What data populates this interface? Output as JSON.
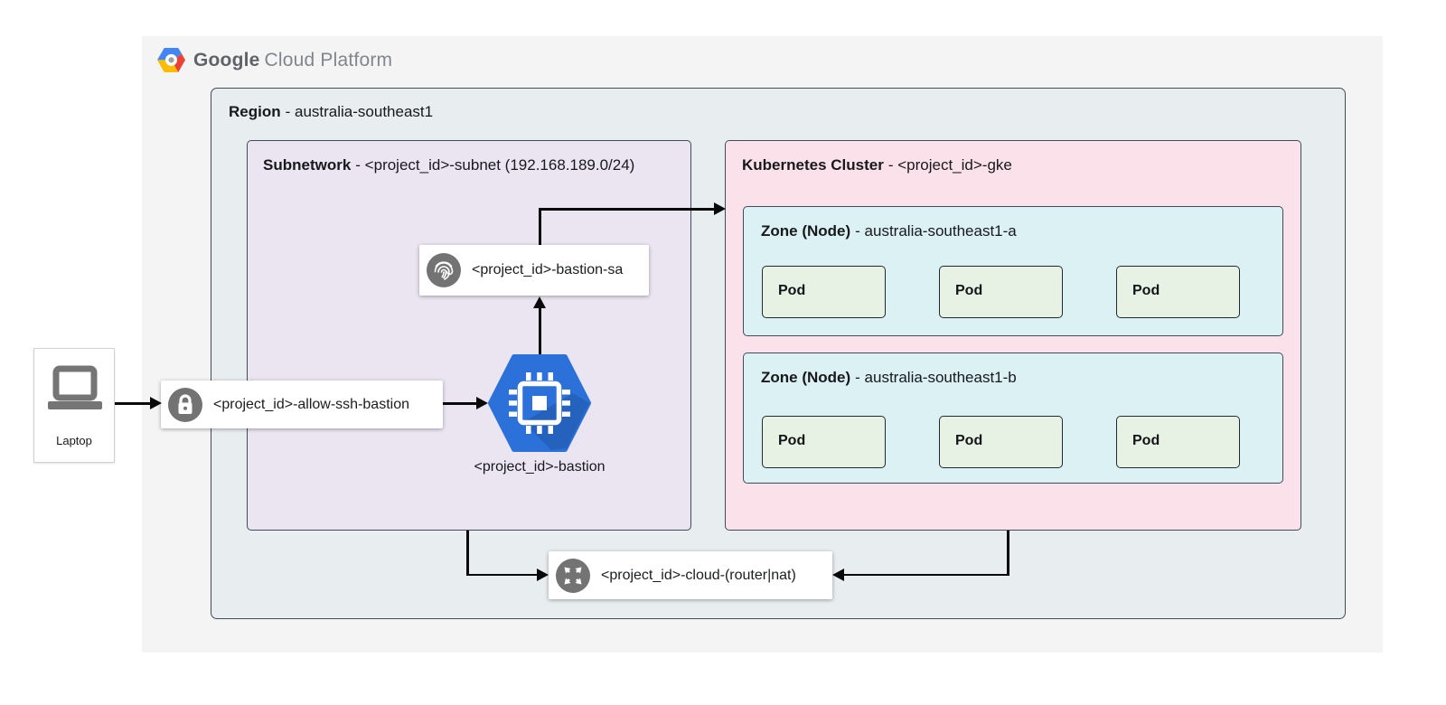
{
  "logo": {
    "google": "Google",
    "suffix": "Cloud Platform"
  },
  "region": {
    "title": "Region",
    "rest": "- australia-southeast1"
  },
  "subnetwork": {
    "title": "Subnetwork",
    "rest": "- <project_id>-subnet (192.168.189.0/24)"
  },
  "cluster": {
    "title": "Kubernetes Cluster",
    "rest": "- <project_id>-gke"
  },
  "zones": [
    {
      "title": "Zone (Node)",
      "rest": "- australia-southeast1-a",
      "pods": [
        "Pod",
        "Pod",
        "Pod"
      ]
    },
    {
      "title": "Zone (Node)",
      "rest": "- australia-southeast1-b",
      "pods": [
        "Pod",
        "Pod",
        "Pod"
      ]
    }
  ],
  "laptop": {
    "label": "Laptop"
  },
  "firewall": {
    "label": "<project_id>-allow-ssh-bastion",
    "icon": "lock-icon"
  },
  "service_account": {
    "label": "<project_id>-bastion-sa",
    "icon": "fingerprint-icon"
  },
  "bastion": {
    "label": "<project_id>-bastion",
    "icon": "compute-engine-hexagon-icon"
  },
  "router": {
    "label": "<project_id>-cloud-(router|nat)",
    "icon": "router-nat-arrows-icon"
  },
  "colors": {
    "canvas_bg": "#f4f4f5",
    "region_fill": "#e8edf0",
    "subnet_fill": "#ebe5f2",
    "cluster_fill": "#fbe1e9",
    "zone_fill": "#dbf1f4",
    "pod_fill": "#e8f2e4",
    "bastion_blue": "#2b71d9",
    "icon_gray": "#737373",
    "logo_blue": "#4285f4",
    "logo_red": "#ea4335",
    "logo_yellow": "#fbbc05",
    "arrow": "#0a0a0a"
  }
}
